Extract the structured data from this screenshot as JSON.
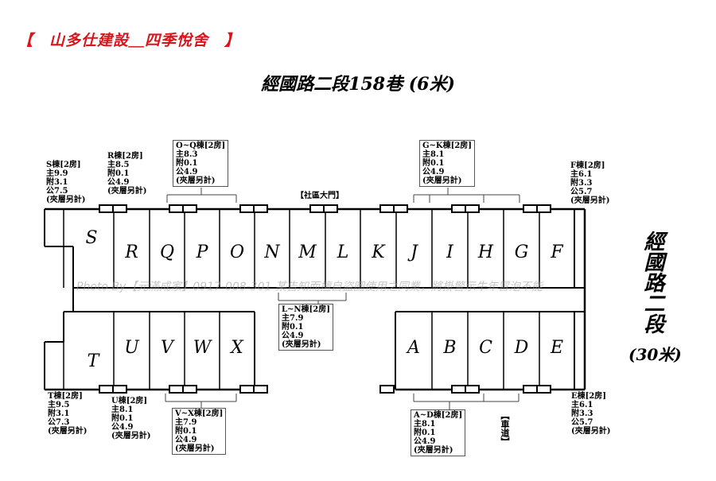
{
  "title": "【　山多仕建設＿四季悅舍　】",
  "road_top": "經國路二段158巷 (6米)",
  "road_right": "經國路二段",
  "road_right_width": "(30米)",
  "gate_label": "【社區大門】",
  "driveway_label": "【車道】",
  "watermark": "Photo By【元滿成家】0917-008-301 某告知而擅自盜圖使用之同業，將掛警示牛年冒泡不能",
  "units_top": [
    "S",
    "R",
    "Q",
    "P",
    "O",
    "N",
    "M",
    "L",
    "K",
    "J",
    "I",
    "H",
    "G",
    "F"
  ],
  "units_bottom_left": [
    "T",
    "U",
    "V",
    "W",
    "X"
  ],
  "units_bottom_right": [
    "A",
    "B",
    "C",
    "D",
    "E"
  ],
  "info": {
    "S": [
      "S棟[2房]",
      "主9.9",
      "附3.1",
      "公7.5",
      "(夾層另計)"
    ],
    "R": [
      "R棟[2房]",
      "主8.5",
      "附0.1",
      "公4.9",
      "(夾層另計)"
    ],
    "OQ": [
      "O~Q棟[2房]",
      "主8.3",
      "附0.1",
      "公4.9",
      "(夾層另計)"
    ],
    "GK": [
      "G~K棟[2房]",
      "主8.1",
      "附0.1",
      "公4.9",
      "(夾層另計)"
    ],
    "F": [
      "F棟[2房]",
      "主6.1",
      "附3.3",
      "公5.7",
      "(夾層另計)"
    ],
    "LN": [
      "L~N棟[2房]",
      "主7.9",
      "附0.1",
      "公4.9",
      "(夾層另計)"
    ],
    "T": [
      "T棟[2房]",
      "主9.5",
      "附3.1",
      "公7.3",
      "(夾層另計)"
    ],
    "U": [
      "U棟[2房]",
      "主8.1",
      "附0.1",
      "公4.9",
      "(夾層另計)"
    ],
    "VX": [
      "V~X棟[2房]",
      "主7.9",
      "附0.1",
      "公4.9",
      "(夾層另計)"
    ],
    "AD": [
      "A~D棟[2房]",
      "主8.1",
      "附0.1",
      "公4.9",
      "(夾層另計)"
    ],
    "E": [
      "E棟[2房]",
      "主6.1",
      "附3.3",
      "公5.7",
      "(夾層另計)"
    ]
  }
}
